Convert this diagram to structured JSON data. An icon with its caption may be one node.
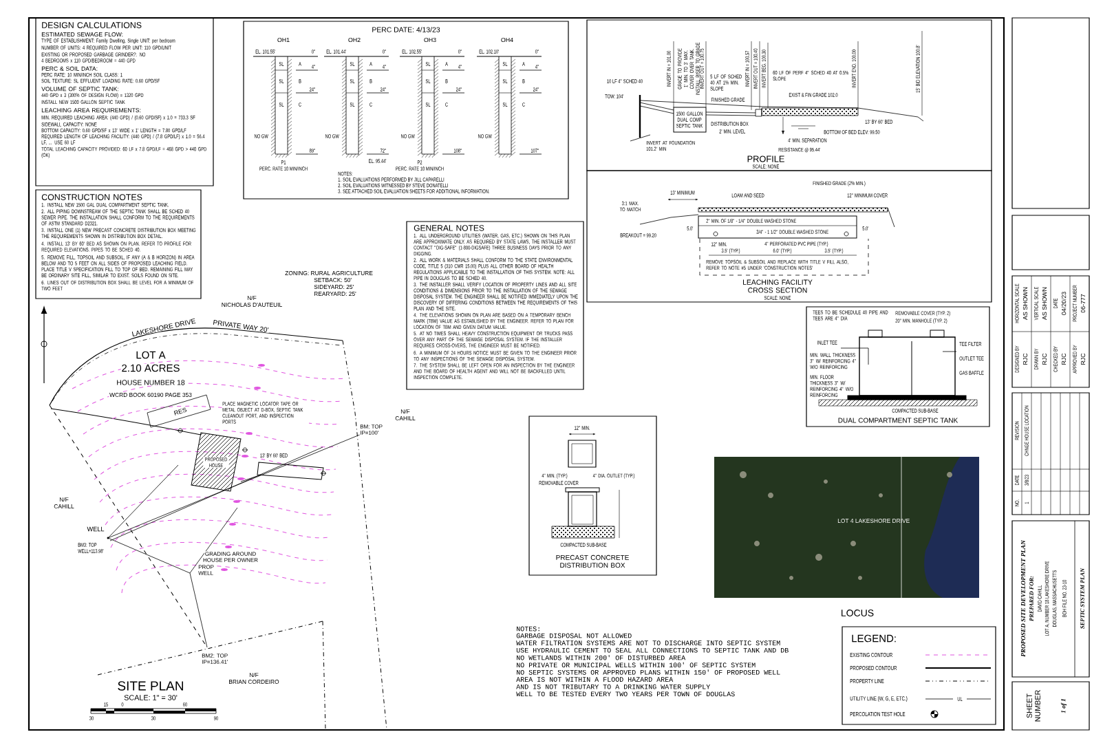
{
  "diagram": {
    "nodes": [
      {
        "text": [
          "DESIGN CALCULATIONS",
          "ESTIMATED SEWAGE FLOW:",
          "TYPE OF ESTABLISHMENT: Family Dwelling, Single UNIT: per bedroom",
          "NUMBER OF UNITS: 4 REQUIRED FLOW PER UNIT: 110 GPD/UNIT",
          "EXISTING OR PROPOSED GARBAGE GRINDER?: NO",
          "4 BEDROOMS x 110 GPD/BEDROOM = 440 GPD",
          "PERC & SOIL DATA:",
          "PERC RATE: 10 MIN/INCH SOIL CLASS: 1",
          "SOIL TEXTURE: SL EFFLUENT LOADING RATE: 0.60 GPD/SF",
          "VOLUME OF SEPTIC TANK:",
          "440 GPD x 3 (300% OF DESIGN FLOW) = 1320 GPD",
          "INSTALL NEW 1500 GALLON SEPTIC TANK",
          "LEACHING AREA REQUIREMENTS:",
          "MIN. REQUIRED LEACHING AREA: (440 GPD) / (0.60 GPD/SF) x 1.0 = 733.3 SF",
          "SIDEWALL CAPACITY: NONE",
          "BOTTOM CAPACITY: 0.60 GPD/SF x 13' WIDE x 1' LENGTH = 7.80 GPD/LF",
          "REQUIRED LENGTH OF LEACHING FACILITY: (440 GPD) / (7.8 GPD/LF) x 1.0 = 56.4 LF, ... USE 60 LF",
          "TOTAL LEACHING CAPACITY PROVIDED: 60 LF x 7.8 GPD/LF = 468 GPD > 440 GPD (OK)"
        ]
      },
      {
        "text": [
          "CONSTRUCTION NOTES",
          "1. INSTALL NEW 1500 GAL DUAL COMPARTMENT SEPTIC TANK.",
          "2. ALL PIPING DOWNSTREAM OF THE SEPTIC TANK SHALL BE SCHED 40 SEWER PIPE. THE INSTALLATION SHALL CONFORM TO THE REQUIREMENTS OF ASTM STANDARD D2321.",
          "3. INSTALL ONE (1) NEW PRECAST CONCRETE DISTRIBUTION BOX MEETING THE REQUIREMENTS SHOWN IN DISTRIBUTION BOX DETAIL.",
          "4. INSTALL 13' BY 60' BED AS SHOWN ON PLAN. REFER TO PROFILE FOR REQUIRED ELEVATIONS. PIPES TO BE SCHED 40.",
          "5. REMOVE FILL, TOPSOIL AND SUBSOIL, IF ANY (A & B HORIZON) IN AREA BELOW AND TO 5 FEET ON ALL SIDES OF PROPOSED LEACHING FIELD. PLACE TITLE V SPECIFICATION FILL TO TOP OF BED. REMAINING FILL MAY BE ORDINARY SITE FILL, SIMILAR TO EXIST. SOILS FOUND ON SITE.",
          "6. LINES OUT OF DISTRIBUTION BOX SHALL BE LEVEL FOR A MINIMUM OF TWO FEET"
        ]
      },
      {
        "text": [
          "PERC DATE: 4/13/23",
          "NOTES:",
          "1. SOIL EVALUATIONS PERFORMED BY JILL CAPARELLI",
          "2. SOIL EVALUATIONS WITNESSED BY STEVE DONATELLI",
          "3. SEE ATTACHED SOIL EVALUATION SHEETS FOR ADDITIONAL INFORMATION."
        ]
      },
      {
        "text": [
          "OH1",
          "EL. 101.55'",
          "0\"",
          "SL",
          "A",
          "4\"",
          "SL",
          "B",
          "24\"",
          "SL",
          "C",
          "NO GW",
          "89\""
        ],
        "beside": [
          "P1",
          "PERC. RATE 10 MIN/INCH"
        ],
        "in": 2
      },
      {
        "text": [
          "OH2",
          "EL. 101.44'",
          "0\"",
          "SL",
          "A",
          "4\"",
          "SL",
          "B",
          "24\"",
          "SL",
          "C",
          "NO GW",
          "72\""
        ],
        "beside": [
          "EL. 95.44'"
        ],
        "in": 2
      },
      {
        "text": [
          "OH3",
          "EL. 102.55'",
          "0\"",
          "SL",
          "A",
          "4\"",
          "SL",
          "B",
          "24\"",
          "SL",
          "C",
          "NO GW",
          "108\""
        ],
        "beside": [
          "P2",
          "PERC. RATE 10 MIN/INCH"
        ],
        "in": 2
      },
      {
        "text": [
          "OH4",
          "EL. 102.10'",
          "0\"",
          "SL",
          "A",
          "4\"",
          "SL",
          "B",
          "24\"",
          "SL",
          "C",
          "NO GW",
          "107\""
        ],
        "in": 2
      },
      {
        "text": [
          "INVERT IN = 101.00",
          "GRADE TO PROVIDE 1' MIN. TO 3' MAX. COVER OVER TANK. INSTALL RISER TO GRADE",
          "INVERT OUT = 100.75",
          "INVERT IN = 100.57",
          "INVERT OUT = 100.40",
          "INVERT BEG. 100.30",
          "INVERT END. 100.00",
          "15' BID ELEVATION 100.8'",
          "10 LF 4\" SCHED 40",
          "5 LF OF SCHED 40 AT 1% MIN. SLOPE",
          "60 LF OF PERF 4\" SCHED 40 AT 0.5% SLOPE",
          "TOW: 104'",
          "EXIST & FIN GRADE 102.0",
          "FINISHED GRADE",
          "1500 GALLON DUAL COMP SEPTIC TANK",
          "DISTRIBUTION BOX",
          "13' BY 60' BED",
          "2' MIN. LEVEL",
          "BOTTOM OF BED ELEV: 99.50",
          "4' MIN. SEPARATION",
          "INVERT AT FOUNDATION 101.2' MIN",
          "RESISTANCE @ 95.44'",
          "PROFILE",
          "SCALE: NONE"
        ]
      },
      {
        "text": [
          "FINISHED GRADE (2% MIN.)",
          "13' MINIMUM",
          "LOAM AND SEED",
          "12\" MINIMUM COVER",
          "3:1 MAX. TO MATCH",
          "2\" MIN. OF 1/8\" - 1/4\" DOUBLE WASHED STONE",
          "5.0'",
          "5.0'",
          "BREAKOUT = 99.20",
          "3/4\" - 1 1/2\" DOUBLE WASHED STONE",
          "12\" MIN.",
          "4\" PERFORATED PVC PIPE (TYP.)",
          "3.5' (TYP.)",
          "6.0' (TYP.)",
          "3.5' (TYP.)",
          "REMOVE TOPSOIL & SUBSOIL AND REPLACE WITH TITLE V FILL ALSO, REFER TO NOTE #5 UNDER 'CONSTRUCTION NOTES'",
          "LEACHING FACILITY CROSS SECTION",
          "SCALE: NONE"
        ]
      },
      {
        "text": [
          "GENERAL NOTES",
          "1. ALL UNDERGROUND UTILITIES (WATER, GAS, ETC.) SHOWN ON THIS PLAN ARE APPROXIMATE ONLY. AS REQUIRED BY STATE LAWS, THE INSTALLER MUST CONTACT \"DIG-SAFE\" (1-800-DIGSAFE) THREE BUSINESS DAYS PRIOR TO ANY DIGGING.",
          "2. ALL WORK & MATERIALS SHALL CONFORM TO THE STATE ENVIRONMENTAL CODE, TITLE 5 (310 CMR 15.00) PLUS ALL OTHER BOARD OF HEALTH REGULATIONS APPLICABLE TO THE INSTALLATION OF THIS SYSTEM. NOTE: ALL PIPE IN DOUGLAS TO BE SCHED 40.",
          "3. THE INSTALLER SHALL VERIFY LOCATION OF PROPERTY LINES AND ALL SITE CONDITIONS & DIMENSIONS PRIOR TO THE INSTALLATION OF THE SEWAGE DISPOSAL SYSTEM. THE ENGINEER SHALL BE NOTIFIED IMMEDIATELY UPON THE DISCOVERY OF DIFFERING CONDITIONS BETWEEN THE REQUIREMENTS OF THIS PLAN AND THE SITE.",
          "4. THE ELEVATIONS SHOWN ON PLAN ARE BASED ON A TEMPORARY BENCH MARK (TBM) VALUE AS ESTABLISHED BY THE ENGINEER. REFER TO PLAN FOR LOCATION OF TBM AND GIVEN DATUM VALUE.",
          "5. AT NO TIMES SHALL HEAVY CONSTRUCTION EQUIPMENT OR TRUCKS PASS OVER ANY PART OF THE SEWAGE DISPOSAL SYSTEM. IF THE INSTALLER REQUIRES CROSS-OVERS, THE ENGINEER MUST BE NOTIFIED.",
          "6. A MINIMUM OF 24 HOURS NOTICE MUST BE GIVEN TO THE ENGINEER PRIOR TO ANY INSPECTIONS OF THE SEWAGE DISPOSAL SYSTEM.",
          "7. THE SYSTEM SHALL BE LEFT OPEN FOR AN INSPECTION BY THE ENGINEER AND THE BOARD OF HEALTH AGENT AND WILL NOT BE BACKFILLED UNTIL INSPECTION COMPLETE."
        ]
      },
      {
        "text": [
          "12\" MIN.",
          "4\" MIN. (TYP.)",
          "4\" DIA. OUTLET (TYP.)",
          "REMOVABLE COVER",
          "COMPACTED SUB-BASE",
          "PRECAST CONCRETE DISTRIBUTION BOX"
        ]
      },
      {
        "text": [
          "TEES TO BE SCHEDULE 40 PIPE AND TEES ARE 4\" DIA",
          "REMOVABLE COVER (TYP. 2)",
          "20\" MIN. MANHOLE (TYP. 2)",
          "INLET TEE",
          "TEE FILTER",
          "MIN. WALL THICKNESS 3\" W/ REINFORCING 4\" W/O REINFORCING",
          "OUTLET TEE",
          "GAS BAFFLE",
          "MIN. FLOOR THICKNESS 3\" W/ REINFORCING 4\" W/O REINFORCING",
          "COMPACTED SUB-BASE",
          "DUAL COMPARTMENT SEPTIC TANK"
        ]
      },
      {
        "text": [
          "LOT 4 LAKESHORE DRIVE",
          "LOCUS"
        ]
      },
      {
        "text": [],
        "shape": "box"
      },
      {
        "text": [],
        "shape": "box"
      },
      {
        "text": [
          "HORIZONTAL SCALE",
          "AS SHOWN",
          "VERTICAL SCALE",
          "AS SHOWN",
          "DATE",
          "04/20/23",
          "PROJECT NUMBER",
          "06-777",
          "DESIGNED BY",
          "RJC",
          "DRAWN BY",
          "RJC",
          "CHECKED BY",
          "RJC",
          "APPROVED BY",
          "RJC"
        ]
      },
      {
        "text": [
          "NO.",
          "DATE",
          "REVISION",
          "1",
          "3/8/23",
          "CHNGE HOUSE LOCATION"
        ]
      },
      {
        "text": [
          "PROPOSED SITE DEVELOPMENT PLAN",
          "PREPARED FOR:",
          "DAVID CAHILL",
          "LOT A, NUMBER 18 LAKESHORE DRIVE",
          "DOUGLAS, MASSACHUSETTS",
          "BOH FILE NO. 23-10",
          "SEPTIC SYSTEM PLAN"
        ]
      },
      {
        "text": [
          "SHEET NUMBER",
          "1 of 1"
        ]
      }
    ],
    "labels": [
      "ZONING: RURAL AGRICULTURE",
      "SETBACK: 50'",
      "SIDEYARD: 25'",
      "REARYARD: 25'",
      "N/F",
      "NICHOLAS D'AUTEUIL",
      "LAKESHORE DRIVE",
      "PRIVATE WAY 20'",
      "LOT A",
      "2.10 ACRES",
      "HOUSE NUMBER 18",
      "WCRD BOOK 60190 PAGE 353",
      "RES",
      "N/F",
      "CAHILL",
      "PLACE MAGNETIC LOCATOR TAPE OR METAL OBJECT AT D-BOX, SEPTIC TANK CLEANOUT PORT, AND INSPECTION PORTS",
      "BM: TOP",
      "IP=100'",
      "13' BY 60' BED",
      "PROPOSED HOUSE",
      "N/F",
      "CAHILL",
      "WELL",
      "BM3: TOP",
      "WELL=113.98'",
      "GRADING AROUND",
      "HOUSE PER OWNER",
      "PROP",
      "WELL",
      "BM2: TOP",
      "IP=136.41'",
      "N/F",
      "BRIAN CORDEIRO",
      "SITE PLAN",
      "SCALE: 1\" = 30'",
      "15",
      "0",
      "60",
      "30",
      "30",
      "90",
      "NOTES:",
      "GARBAGE DISPOSAL NOT ALLOWED",
      "WATER FILTRATION SYSTEMS ARE NOT TO DISCHARGE INTO SEPTIC SYSTEM",
      "USE HYDRAULIC CEMENT TO SEAL ALL CONNECTIONS TO SEPTIC TANK AND DB",
      "NO WETLANDS WITHIN 200' OF DISTURBED AREA",
      "NO PRIVATE OR MUNICIPAL WELLS WITHIN 100' OF SEPTIC SYSTEM",
      "NO SEPTIC SYSTEMS OR APPROVED PLANS WITHIN 150' OF PROPOSED WELL",
      "AREA IS NOT WITHIN A FLOOD HAZARD AREA",
      "AND IS NOT TRIBUTARY TO A DRINKING WATER SUPPLY",
      "WELL TO BE TESTED EVERY TWO YEARS PER TOWN OF DOUGLAS",
      "LEGEND:",
      "UL"
    ],
    "legend": [
      {
        "text": "EXISTING CONTOUR"
      },
      {
        "text": "PROPOSED CONTOUR"
      },
      {
        "text": "PROPERTY LINE"
      },
      {
        "text": "UTILITY LINE (W, G, E, ETC.)"
      },
      {
        "text": "PERCOLATION TEST HOLE"
      }
    ]
  }
}
